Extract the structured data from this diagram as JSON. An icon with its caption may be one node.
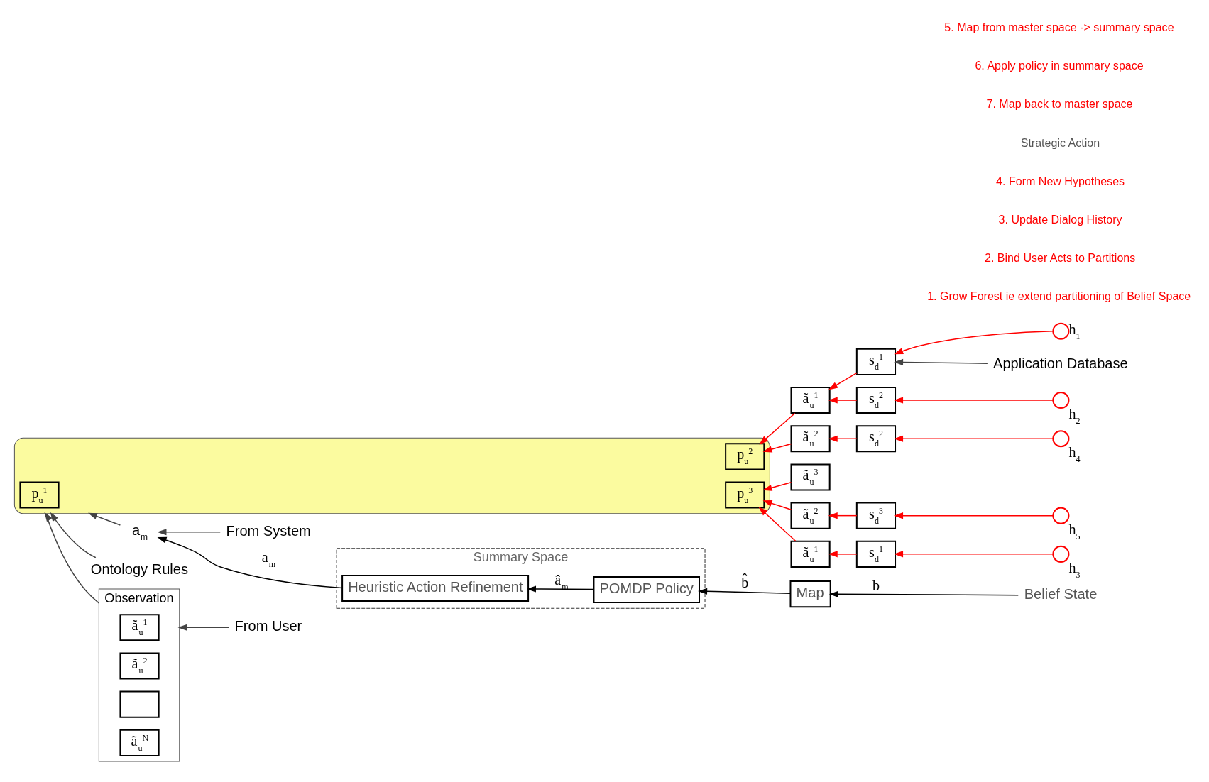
{
  "diagram": {
    "nodes": [
      {
        "text": [
          "Observation"
        ]
      },
      {
        "text": [
          "ã$_{u}$$^{1}$"
        ],
        "in": 0
      },
      {
        "text": [
          "ã$_{u}$$^{2}$"
        ],
        "in": 0
      },
      {
        "text": [],
        "shape": "box",
        "in": 0
      },
      {
        "text": [
          "ã$_{u}$$^{N}$"
        ],
        "in": 0
      },
      {
        "text": [
          "From User"
        ]
      },
      {
        "text": [
          "From System"
        ]
      },
      {
        "text": [
          "a$_{m}$"
        ]
      },
      {
        "text": [
          "Ontology Rules"
        ]
      },
      {
        "text": [],
        "shape": "cloud"
      },
      {
        "text": [
          "p$_{u}$$^{1}$"
        ],
        "in": 9
      },
      {
        "text": [
          "p$_{u}$$^{2}$"
        ],
        "in": 9
      },
      {
        "text": [
          "p$_{u}$$^{3}$"
        ],
        "in": 9
      },
      {
        "text": [
          "Application Database"
        ]
      },
      {
        "text": [
          "ã$_{u}$$^{1}$"
        ]
      },
      {
        "text": [
          "ã$_{u}$$^{1}$"
        ]
      },
      {
        "text": [
          "ã$_{u}$$^{2}$"
        ]
      },
      {
        "text": [
          "ã$_{u}$$^{2}$"
        ]
      },
      {
        "text": [
          "ã$_{u}$$^{3}$"
        ]
      },
      {
        "text": [
          "s$_{d}$$^{1}$"
        ]
      },
      {
        "text": [
          "s$_{d}$$^{2}$"
        ]
      },
      {
        "text": [
          "s$_{d}$$^{1}$"
        ]
      },
      {
        "text": [
          "s$_{d}$$^{2}$"
        ]
      },
      {
        "text": [
          "s$_{d}$$^{3}$"
        ]
      },
      {
        "text": [],
        "shape": "circle",
        "beside": [
          "h$_{1}$"
        ]
      },
      {
        "text": [],
        "shape": "circle",
        "beside": [
          "h$_{2}$"
        ]
      },
      {
        "text": [],
        "shape": "circle",
        "beside": [
          "h$_{3}$"
        ]
      },
      {
        "text": [],
        "shape": "circle",
        "beside": [
          "h$_{4}$"
        ]
      },
      {
        "text": [],
        "shape": "circle",
        "beside": [
          "h$_{5}$"
        ]
      },
      {
        "text": [
          "Belief State"
        ]
      },
      {
        "text": [
          "Map"
        ]
      },
      {
        "text": [
          "Summary Space"
        ]
      },
      {
        "text": [
          "POMDP Policy"
        ],
        "in": 31
      },
      {
        "text": [
          "Heuristic Action Refinement"
        ],
        "in": 31
      }
    ],
    "edges": [
      {
        "from": 5,
        "to": 0,
        "arrow": "to",
        "color": "#444444"
      },
      {
        "from": 6,
        "to": 7,
        "arrow": "to",
        "color": "#444444"
      },
      {
        "from": 0,
        "to": 9,
        "arrow": "to",
        "color": "#444444"
      },
      {
        "from": 7,
        "to": 9,
        "arrow": "to",
        "color": "#444444"
      },
      {
        "from": 8,
        "to": 9,
        "arrow": "to",
        "color": "#444444"
      },
      {
        "from": 13,
        "to": 19,
        "arrow": "to",
        "color": "#444444"
      },
      {
        "from": 24,
        "to": 19,
        "arrow": "to",
        "color": "#ff0000"
      },
      {
        "from": 25,
        "to": 20,
        "arrow": "to",
        "color": "#ff0000"
      },
      {
        "from": 26,
        "to": 21,
        "arrow": "to",
        "color": "#ff0000"
      },
      {
        "from": 27,
        "to": 22,
        "arrow": "to",
        "color": "#ff0000"
      },
      {
        "from": 28,
        "to": 23,
        "arrow": "to",
        "color": "#ff0000"
      },
      {
        "from": 19,
        "to": 14,
        "arrow": "to",
        "color": "#ff0000"
      },
      {
        "from": 20,
        "to": 14,
        "arrow": "to",
        "color": "#ff0000"
      },
      {
        "from": 21,
        "to": 15,
        "arrow": "to",
        "color": "#ff0000"
      },
      {
        "from": 22,
        "to": 16,
        "arrow": "to",
        "color": "#ff0000"
      },
      {
        "from": 23,
        "to": 17,
        "arrow": "to",
        "color": "#ff0000"
      },
      {
        "from": 14,
        "to": 11,
        "arrow": "to",
        "color": "#ff0000"
      },
      {
        "from": 15,
        "to": 12,
        "arrow": "to",
        "color": "#ff0000"
      },
      {
        "from": 16,
        "to": 11,
        "arrow": "to",
        "color": "#ff0000"
      },
      {
        "from": 17,
        "to": 12,
        "arrow": "to",
        "color": "#ff0000"
      },
      {
        "from": 18,
        "to": 12,
        "arrow": "to",
        "color": "#ff0000"
      },
      {
        "from": 29,
        "to": 30,
        "arrow": "to",
        "label": "b",
        "color": "#000000"
      },
      {
        "from": 30,
        "to": 32,
        "arrow": "to",
        "label": "b̂",
        "color": "#000000"
      },
      {
        "from": 32,
        "to": 33,
        "arrow": "to",
        "label": "â$_{m}$",
        "color": "#000000"
      },
      {
        "from": 33,
        "to": 7,
        "arrow": "to",
        "label": "a$_{m}$",
        "color": "#000000"
      }
    ],
    "labels": [
      "1. Grow Forest ie extend partitioning of Belief Space",
      "2. Bind User Acts to Partitions",
      "3. Update Dialog History",
      "4. Form New Hypotheses",
      "Strategic Action",
      "7. Map back to master space",
      "6. Apply policy in summary space",
      "5. Map from master space -> summary space"
    ]
  }
}
